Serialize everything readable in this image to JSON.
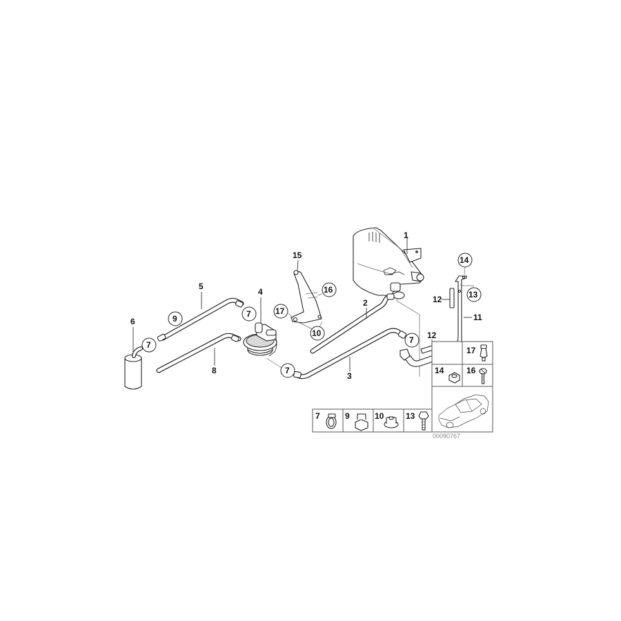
{
  "diagram": {
    "title": "",
    "code": "00090767",
    "parts": [
      {
        "number": "1",
        "name": "activated-charcoal-filter"
      },
      {
        "number": "2",
        "name": "hose-2"
      },
      {
        "number": "3",
        "name": "hose-3"
      },
      {
        "number": "4",
        "name": "valve"
      },
      {
        "number": "5",
        "name": "hose-5"
      },
      {
        "number": "6",
        "name": "filter-cartridge"
      },
      {
        "number": "7",
        "name": "hose-clamp"
      },
      {
        "number": "8",
        "name": "hose-8"
      },
      {
        "number": "9",
        "name": "clip"
      },
      {
        "number": "10",
        "name": "nut"
      },
      {
        "number": "11",
        "name": "holder-bracket"
      },
      {
        "number": "12",
        "name": "pad"
      },
      {
        "number": "13",
        "name": "bolt"
      },
      {
        "number": "14",
        "name": "hex-nut"
      },
      {
        "number": "15",
        "name": "bracket"
      },
      {
        "number": "16",
        "name": "screw"
      },
      {
        "number": "17",
        "name": "rubber-mount"
      }
    ],
    "labels": {
      "l1": "1",
      "l2": "2",
      "l3": "3",
      "l4": "4",
      "l5": "5",
      "l6": "6",
      "l8": "8",
      "l11": "11",
      "l12a": "12",
      "l12b": "12",
      "l15": "15"
    },
    "callouts": {
      "c7a": "7",
      "c7b": "7",
      "c7c": "7",
      "c7d": "7",
      "c9": "9",
      "c10": "10",
      "c13": "13",
      "c14": "14",
      "c16": "16",
      "c17": "17"
    },
    "legend": {
      "bottom_row": [
        {
          "number": "7",
          "icon": "hose-clamp-icon"
        },
        {
          "number": "9",
          "icon": "clip-icon"
        },
        {
          "number": "10",
          "icon": "flange-nut-icon"
        },
        {
          "number": "13",
          "icon": "bolt-icon"
        }
      ],
      "right_column": [
        {
          "number": "17",
          "icon": "rubber-mount-icon"
        },
        {
          "number": "14",
          "icon": "hex-nut-icon"
        },
        {
          "number": "16",
          "icon": "screw-icon"
        }
      ],
      "vehicle_thumbnail": "sedan-car-icon"
    }
  }
}
